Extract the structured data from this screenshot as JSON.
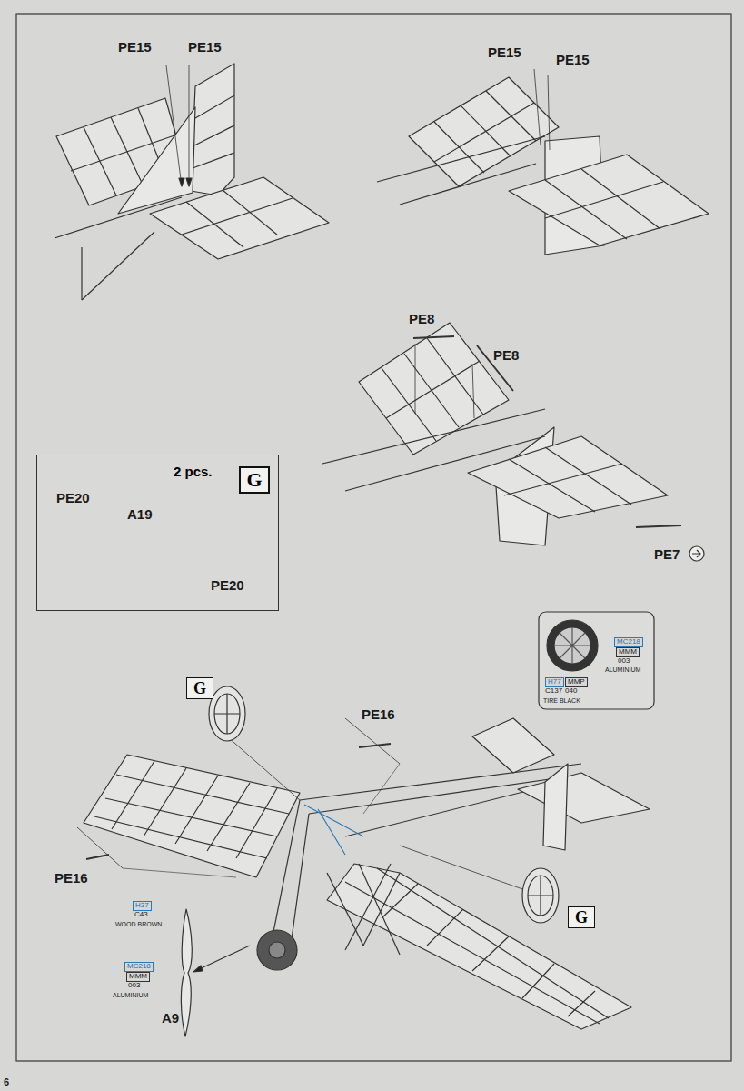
{
  "diagram": {
    "nodes": [
      {
        "text": [
          "2 pcs."
        ]
      },
      {
        "text": [
          "G"
        ],
        "in": 0
      },
      {
        "text": [
          "G"
        ]
      },
      {
        "text": [
          "G"
        ]
      }
    ],
    "labels": [
      "PE15",
      "PE15",
      "PE15",
      "PE15",
      "PE8",
      "PE8",
      "PE7",
      "PE20",
      "A19",
      "PE20",
      "MC218",
      "MMM",
      "003",
      "ALUMINIUM",
      "H77",
      "MMP",
      "C137",
      "040",
      "TIRE BLACK",
      "PE16",
      "PE16",
      "H37",
      "C43",
      "WOOD BROWN",
      "MC218",
      "MMM",
      "003",
      "ALUMINIUM",
      "A9",
      "6"
    ]
  }
}
